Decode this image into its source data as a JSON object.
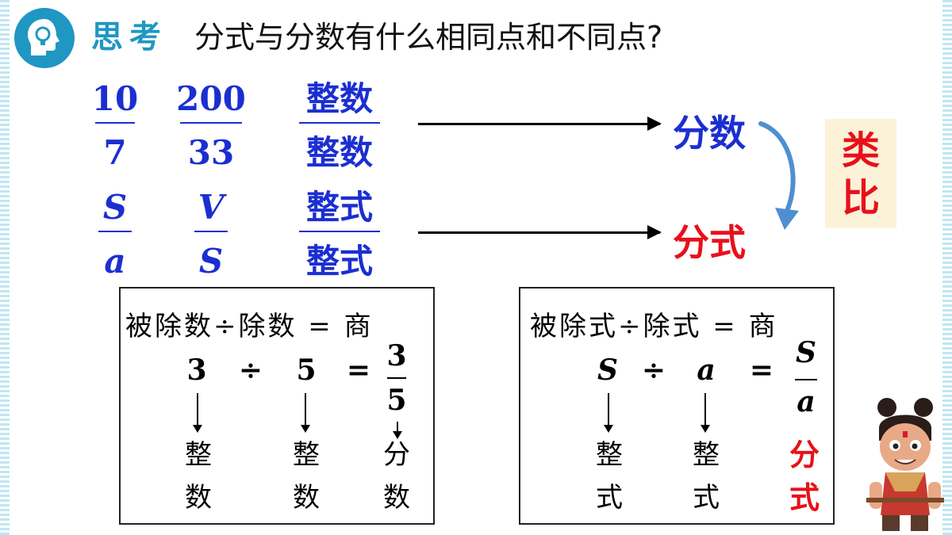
{
  "header": {
    "label": "思考",
    "question": "分式与分数有什么相同点和不同点?",
    "icon": "lightbulb-head-icon",
    "accent": "#1f97c2"
  },
  "examples": {
    "numeric": [
      {
        "numerator": "10",
        "denominator": "7"
      },
      {
        "numerator": "200",
        "denominator": "33"
      },
      {
        "numerator": "整数",
        "denominator": "整数"
      }
    ],
    "algebraic": [
      {
        "numerator": "S",
        "denominator": "a"
      },
      {
        "numerator": "V",
        "denominator": "S"
      },
      {
        "numerator": "整式",
        "denominator": "整式"
      }
    ],
    "target_fraction": "分数",
    "target_algebraic": "分式",
    "analogy_label": "类比",
    "colors": {
      "fraction_text": "#1b2fd1",
      "target_fraction": "#1b2fd1",
      "target_algebraic": "#e8101a",
      "analogy": "#e8101a"
    }
  },
  "left_box": {
    "formula": "被除数÷除数 = 商",
    "dividend": "3",
    "operator": "÷",
    "divisor": "5",
    "equals": "=",
    "quotient_numerator": "3",
    "quotient_denominator": "5",
    "captions": [
      {
        "top": "整",
        "bottom": "数"
      },
      {
        "top": "整",
        "bottom": "数"
      },
      {
        "top": "分",
        "bottom": "数"
      }
    ]
  },
  "right_box": {
    "formula": "被除式÷除式 = 商",
    "dividend": "S",
    "operator": "÷",
    "divisor": "a",
    "equals": "=",
    "quotient_numerator": "S",
    "quotient_denominator": "a",
    "captions": [
      {
        "top": "整",
        "bottom": "式"
      },
      {
        "top": "整",
        "bottom": "式"
      },
      {
        "top": "分",
        "bottom": "式"
      }
    ]
  }
}
